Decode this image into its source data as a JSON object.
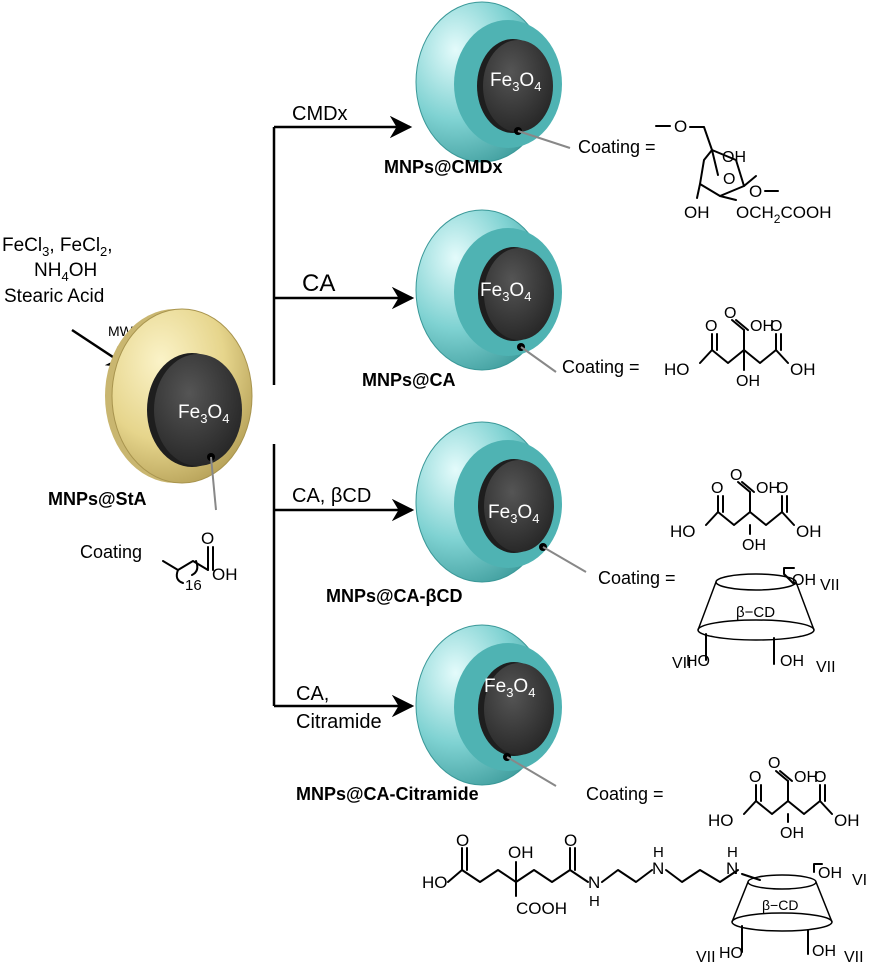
{
  "reagents": {
    "line1_fecl3": "FeCl",
    "line1_fecl3_sub": "3",
    "line1_sep": ", ",
    "line1_fecl2": "FeCl",
    "line1_fecl2_sub": "2",
    "line1_comma": ",",
    "line2_nh": "NH",
    "line2_sub": "4",
    "line2_oh": "OH",
    "line3": "Stearic Acid",
    "method": "MW/US"
  },
  "core": {
    "fe": "Fe",
    "sub3": "3",
    "o": "O",
    "sub4": "4"
  },
  "particles": {
    "sta": {
      "name": "MNPs@StA",
      "coating_label": "Coating"
    },
    "cmdx": {
      "name": "MNPs@CMDx",
      "reagent": "CMDx",
      "coating_label": "Coating ="
    },
    "ca": {
      "name": "MNPs@CA",
      "reagent": "CA",
      "coating_label": "Coating ="
    },
    "cabcd": {
      "name": "MNPs@CA-βCD",
      "reagent": "CA, βCD",
      "coating_label": "Coating ="
    },
    "cacit": {
      "name": "MNPs@CA-Citramide",
      "reagent_line1": "CA,",
      "reagent_line2": "Citramide",
      "coating_label": "Coating ="
    }
  },
  "chem_labels": {
    "stearic_o": "O",
    "stearic_n": "16",
    "stearic_oh": "OH",
    "cmdx_o_top": "O",
    "cmdx_oh_ring": "OH",
    "cmdx_o_ring": "O",
    "cmdx_o_right": "O",
    "cmdx_oh_bottom": "OH",
    "cmdx_och2": "OCH",
    "cmdx_och2_sub": "2",
    "cmdx_cooh": "COOH",
    "ca_o": "O",
    "ca_oh": "OH",
    "ca_ho": "HO",
    "bcd_label": "β−CD",
    "bcd_oh": "OH",
    "bcd_vii": "VII",
    "bcd_ho": "HO",
    "cit_ho": "HO",
    "cit_oh": "OH",
    "cit_o": "O",
    "cit_n": "N",
    "cit_h": "H",
    "cit_cooh": "COOH",
    "cit_vi": "VI"
  },
  "colors": {
    "gold_shell": "#e6d58c",
    "teal_shell": "#6ec8c8",
    "core_dark": "#3c3c3c",
    "line_gray": "#888888"
  }
}
